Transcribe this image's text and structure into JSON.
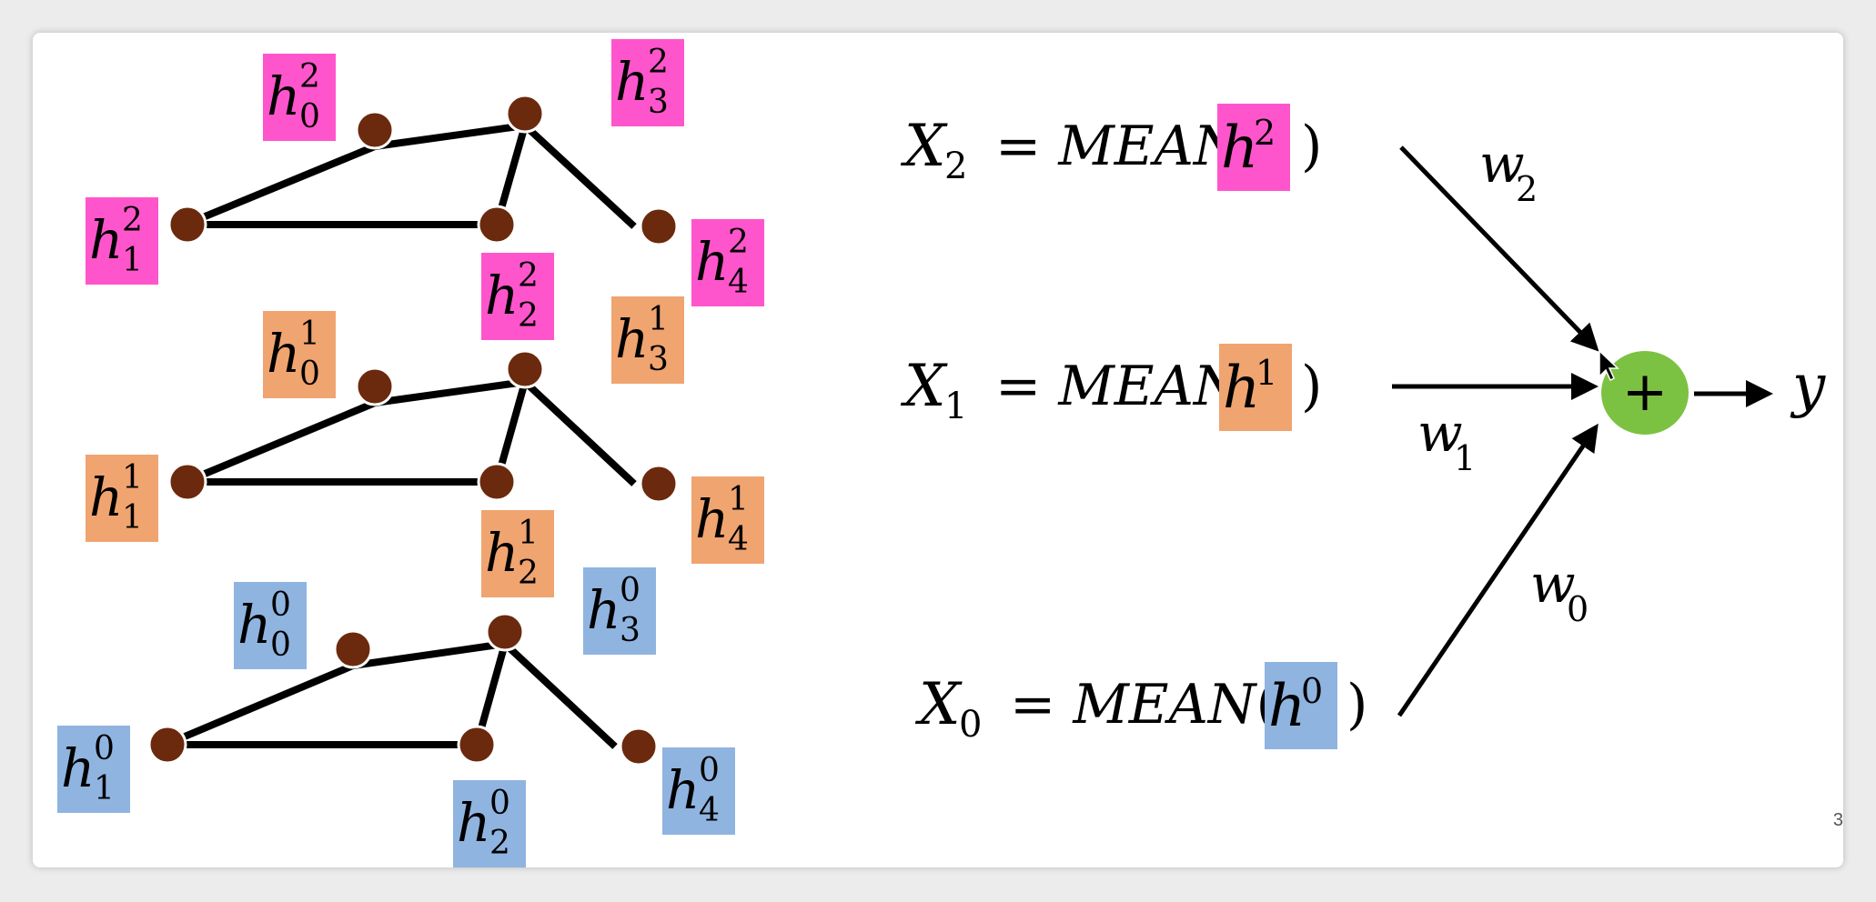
{
  "graphs": [
    {
      "layer": "2",
      "color": "#ff55cc",
      "labels": [
        {
          "id": "h0",
          "base": "h",
          "sub": "0",
          "sup": "2"
        },
        {
          "id": "h1",
          "base": "h",
          "sub": "1",
          "sup": "2"
        },
        {
          "id": "h2",
          "base": "h",
          "sub": "2",
          "sup": "2"
        },
        {
          "id": "h3",
          "base": "h",
          "sub": "3",
          "sup": "2"
        },
        {
          "id": "h4",
          "base": "h",
          "sub": "4",
          "sup": "2"
        }
      ]
    },
    {
      "layer": "1",
      "color": "#f0a470",
      "labels": [
        {
          "id": "h0",
          "base": "h",
          "sub": "0",
          "sup": "1"
        },
        {
          "id": "h1",
          "base": "h",
          "sub": "1",
          "sup": "1"
        },
        {
          "id": "h2",
          "base": "h",
          "sub": "2",
          "sup": "1"
        },
        {
          "id": "h3",
          "base": "h",
          "sub": "3",
          "sup": "1"
        },
        {
          "id": "h4",
          "base": "h",
          "sub": "4",
          "sup": "1"
        }
      ]
    },
    {
      "layer": "0",
      "color": "#8fb4e0",
      "labels": [
        {
          "id": "h0",
          "base": "h",
          "sub": "0",
          "sup": "0"
        },
        {
          "id": "h1",
          "base": "h",
          "sub": "1",
          "sup": "0"
        },
        {
          "id": "h2",
          "base": "h",
          "sub": "2",
          "sup": "0"
        },
        {
          "id": "h3",
          "base": "h",
          "sub": "3",
          "sup": "0"
        },
        {
          "id": "h4",
          "base": "h",
          "sub": "4",
          "sup": "0"
        }
      ]
    }
  ],
  "equations": [
    {
      "var": "X",
      "sub": "2",
      "eq": "=",
      "func": "MEAN",
      "open": "(",
      "h": "h",
      "sup": "2",
      "close": ")"
    },
    {
      "var": "X",
      "sub": "1",
      "eq": "=",
      "func": "MEAN",
      "open": "(",
      "h": "h",
      "sup": "1",
      "close": ")"
    },
    {
      "var": "X",
      "sub": "0",
      "eq": "=",
      "func": "MEAN",
      "open": "(",
      "h": "h",
      "sup": "0",
      "close": ")"
    }
  ],
  "weights": [
    {
      "base": "w",
      "sub": "2"
    },
    {
      "base": "w",
      "sub": "1"
    },
    {
      "base": "w",
      "sub": "0"
    }
  ],
  "sum_node": {
    "symbol": "+",
    "color": "#7cc242"
  },
  "output": "y",
  "node_color": "#6b2a0d",
  "page_number": "3"
}
